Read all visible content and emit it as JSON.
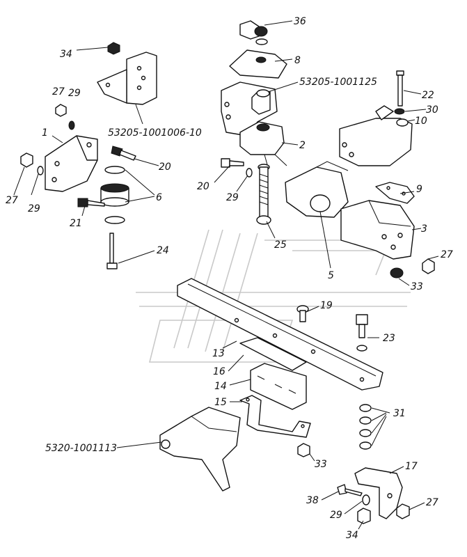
{
  "labels": {
    "l36": "36",
    "l34a": "34",
    "l8": "8",
    "l53205_1001125": "53205-1001125",
    "l22": "22",
    "l27a": "27",
    "l29a": "29",
    "l30": "30",
    "l10": "10",
    "l53205_1001006_10": "53205-1001006-10",
    "l1": "1",
    "l2": "2",
    "l20a": "20",
    "l20b": "20",
    "l27b": "27",
    "l29b": "29",
    "l6": "6",
    "l29c": "29",
    "l9": "9",
    "l21": "21",
    "l3": "3",
    "l25": "25",
    "l24": "24",
    "l27c": "27",
    "l5": "5",
    "l33a": "33",
    "l19": "19",
    "l23": "23",
    "l13": "13",
    "l16": "16",
    "l14": "14",
    "l15": "15",
    "l31": "31",
    "l5320_1001113": "5320-1001113",
    "l33b": "33",
    "l17": "17",
    "l38": "38",
    "l29d": "29",
    "l27d": "27",
    "l34b": "34"
  }
}
